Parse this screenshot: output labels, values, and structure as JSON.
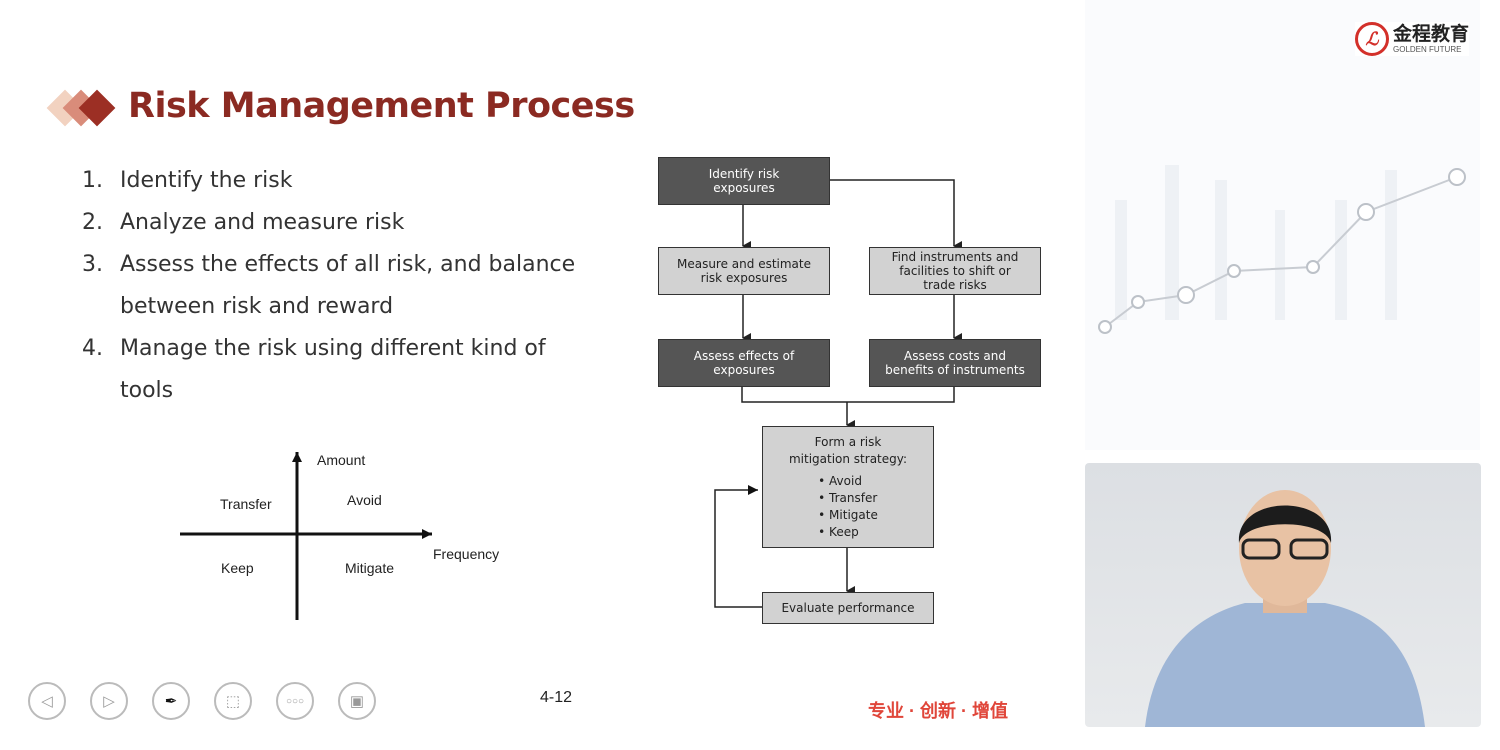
{
  "slide": {
    "title": "Risk Management Process",
    "page_number": "4-12",
    "slogan": "专业 · 创新 · 增值",
    "list": [
      {
        "num": "1.",
        "text": "Identify the risk"
      },
      {
        "num": "2.",
        "text": "Analyze and measure risk"
      },
      {
        "num": "3.",
        "text": "Assess the effects of all risk, and balance between risk and reward"
      },
      {
        "num": "4.",
        "text": "Manage the risk using different kind of tools"
      }
    ],
    "quadrant": {
      "y_axis": "Amount",
      "x_axis": "Frequency",
      "top_left": "Transfer",
      "top_right": "Avoid",
      "bottom_left": "Keep",
      "bottom_right": "Mitigate"
    },
    "flow": {
      "identify": "Identify risk exposures",
      "measure": "Measure and estimate risk exposures",
      "find": "Find instruments and facilities to shift or trade risks",
      "assess_effects": "Assess effects of exposures",
      "assess_costs": "Assess costs and benefits of instruments",
      "form": "Form a risk mitigation strategy:",
      "strategies": [
        "• Avoid",
        "• Transfer",
        "• Mitigate",
        "• Keep"
      ],
      "evaluate": "Evaluate performance"
    }
  },
  "logo": {
    "cn": "金程教育",
    "en": "GOLDEN FUTURE"
  },
  "colors": {
    "title": "#8b2a22",
    "slogan": "#e0463a",
    "dark_box": "#555555",
    "light_box": "#d2d2d2"
  }
}
